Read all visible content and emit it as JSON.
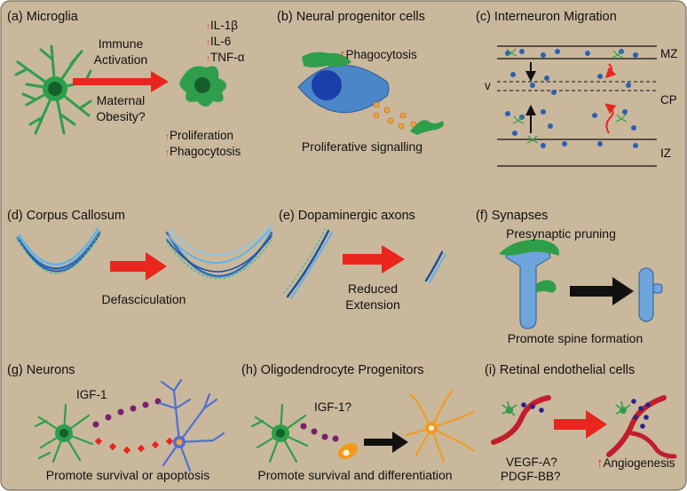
{
  "panels": {
    "a": {
      "title": "(a) Microglia",
      "immune": "Immune",
      "activation": "Activation",
      "maternal": "Maternal",
      "obesity": "Obesity?",
      "il1b": "IL-1β",
      "il6": "IL-6",
      "tnfa": "TNF-α",
      "proliferation": "Proliferation",
      "phagocytosis": "Phagocytosis"
    },
    "b": {
      "title": "(b) Neural progenitor cells",
      "phagocytosis": "Phagocytosis",
      "signalling": "Proliferative signalling"
    },
    "c": {
      "title": "(c) Interneuron Migration",
      "mz": "MZ",
      "v": "v",
      "cp": "CP",
      "iz": "IZ"
    },
    "d": {
      "title": "(d) Corpus Callosum",
      "label": "Defasciculation"
    },
    "e": {
      "title": "(e) Dopaminergic axons",
      "label1": "Reduced",
      "label2": "Extension"
    },
    "f": {
      "title": "(f) Synapses",
      "pruning": "Presynaptic pruning",
      "spine": "Promote spine formation"
    },
    "g": {
      "title": "(g) Neurons",
      "igf": "IGF-1",
      "label": "Promote survival or apoptosis"
    },
    "h": {
      "title": "(h) Oligodendrocyte Progenitors",
      "igf": "IGF-1?",
      "label": "Promote survival and differentiation"
    },
    "i": {
      "title": "(i) Retinal endothelial cells",
      "vegf": "VEGF-A?",
      "pdgf": "PDGF-BB?",
      "angio": "Angiogenesis"
    }
  },
  "colors": {
    "background": "#c9b89c",
    "microglia": "#2e9e4a",
    "arrow": "#e8261e",
    "text_red": "#e8361e"
  }
}
